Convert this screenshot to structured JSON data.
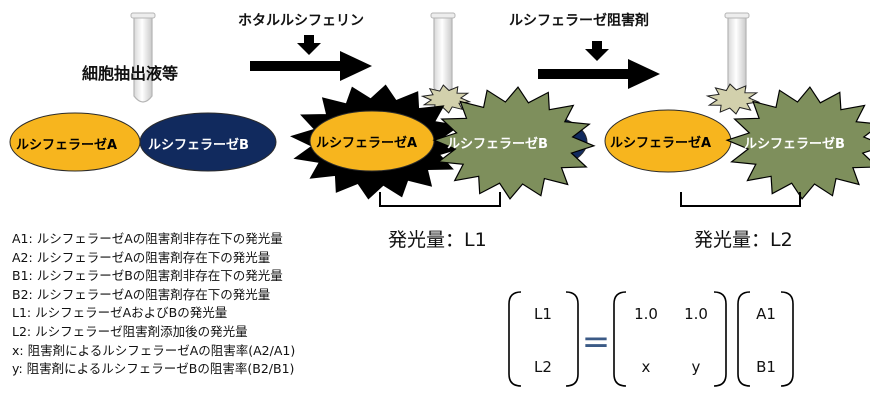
{
  "labels": {
    "extract": "細胞抽出液等",
    "luciferin": "ホタルルシフェリン",
    "inhibitor": "ルシフェラーゼ阻害剤",
    "enzyme_a": "ルシフェラーゼA",
    "enzyme_b": "ルシフェラーゼB",
    "lum_l1": "発光量：L1",
    "lum_l2": "発光量：L2"
  },
  "legend": [
    "A1: ルシフェラーゼAの阻害剤非存在下の発光量",
    "A2: ルシフェラーゼAの阻害剤存在下の発光量",
    "B1: ルシフェラーゼBの阻害剤非存在下の発光量",
    "B2: ルシフェラーゼAの阻害剤存在下の発光量",
    "L1: ルシフェラーゼAおよびBの発光量",
    "L2: ルシフェラーゼ阻害剤添加後の発光量",
    "x: 阻害剤によるルシフェラーゼAの阻害率(A2/A1)",
    "y: 阻害剤によるルシフェラーゼBの阻害率(B2/B1)"
  ],
  "equation": {
    "lhs": [
      "L1",
      "L2"
    ],
    "equals": "=",
    "matrix": [
      [
        "1.0",
        "1.0"
      ],
      [
        "x",
        "y"
      ]
    ],
    "rhs": [
      "A1",
      "B1"
    ]
  },
  "colors": {
    "enzyme_a": "#F7B51E",
    "enzyme_b": "#112A5E",
    "enzyme_b_starburst": "#7E8F5C",
    "starburst_light": "#D2D0AC",
    "arrow": "#000000"
  }
}
